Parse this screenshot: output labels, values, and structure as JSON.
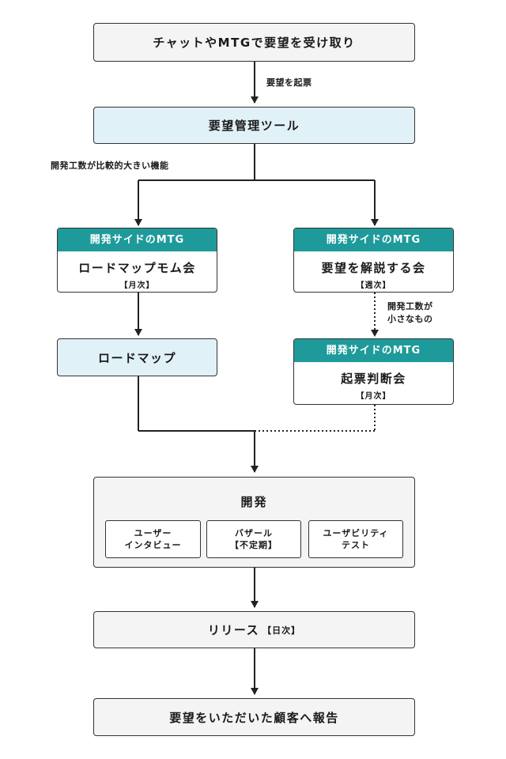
{
  "nodes": {
    "chat_mtg": "チャットやMTGで要望を受け取り",
    "tool": "要望管理ツール",
    "roadmap": "ロードマップ",
    "release_main": "リリース",
    "release_freq": "【日次】",
    "report": "要望をいただいた顧客へ報告"
  },
  "cards": {
    "roadmap_mtg": {
      "header": "開発サイドのMTG",
      "title": "ロードマップモム会",
      "sub": "【月次】"
    },
    "explain_mtg": {
      "header": "開発サイドのMTG",
      "title": "要望を解説する会",
      "sub": "【週次】"
    },
    "decision_mtg": {
      "header": "開発サイドのMTG",
      "title": "起票判断会",
      "sub": "【月次】"
    }
  },
  "edge_labels": {
    "ticket": "要望を起票",
    "large": "開発工数が比較的大きい機能",
    "small_1": "開発工数が",
    "small_2": "小さなもの"
  },
  "dev": {
    "title": "開発",
    "items": [
      {
        "line1": "ユーザー",
        "line2": "インタビュー"
      },
      {
        "line1": "バザール",
        "line2": "【不定期】"
      },
      {
        "line1": "ユーザビリティ",
        "line2": "テスト"
      }
    ]
  },
  "colors": {
    "header_teal": "#1f9a9a",
    "node_blue": "#e1f1f8",
    "node_gray": "#f4f4f4",
    "line": "#333333"
  }
}
